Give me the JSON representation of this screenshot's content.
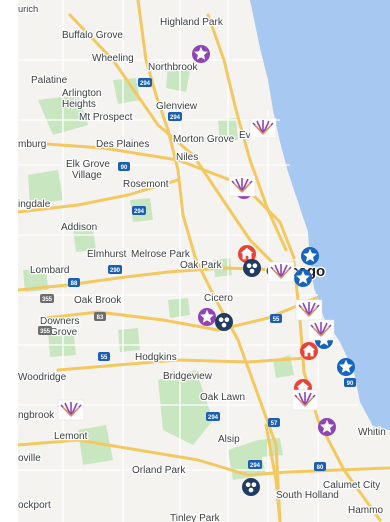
{
  "map": {
    "colors": {
      "land": "#f5f3ef",
      "park": "#c8e6c0",
      "water": "#a7c8f0",
      "highway": "#f4c860",
      "road": "#ffffff",
      "purple_marker": "#8e44b5",
      "blue_marker": "#1565c0",
      "red_marker": "#ea4335",
      "navy_marker": "#1f3b63"
    },
    "places": [
      {
        "name": "urich"
      },
      {
        "name": "Highland Park"
      },
      {
        "name": "Buffalo Grove"
      },
      {
        "name": "Wheeling"
      },
      {
        "name": "Northbrook"
      },
      {
        "name": "Palatine"
      },
      {
        "name": "Arlington"
      },
      {
        "name": "Heights"
      },
      {
        "name": "Glenview"
      },
      {
        "name": "Mt Prospect"
      },
      {
        "name": "Morton Grove"
      },
      {
        "name": "Eva"
      },
      {
        "name": "mburg"
      },
      {
        "name": "Des Plaines"
      },
      {
        "name": "Niles"
      },
      {
        "name": "Elk Grove"
      },
      {
        "name": "Village"
      },
      {
        "name": "Rosemont"
      },
      {
        "name": "ingdale"
      },
      {
        "name": "Addison"
      },
      {
        "name": "Elmhurst"
      },
      {
        "name": "Melrose Park"
      },
      {
        "name": "Oak Park"
      },
      {
        "name": "Chicago"
      },
      {
        "name": "Lombard"
      },
      {
        "name": "Oak Brook"
      },
      {
        "name": "Cicero"
      },
      {
        "name": "Downers"
      },
      {
        "name": "Grove"
      },
      {
        "name": "Hodgkins"
      },
      {
        "name": "Bridgeview"
      },
      {
        "name": "Woodridge"
      },
      {
        "name": "Oak Lawn"
      },
      {
        "name": "ngbrook"
      },
      {
        "name": "Lemont"
      },
      {
        "name": "Alsip"
      },
      {
        "name": "Whitin"
      },
      {
        "name": "oville"
      },
      {
        "name": "Orland Park"
      },
      {
        "name": "Calumet City"
      },
      {
        "name": "South Holland"
      },
      {
        "name": "ockport"
      },
      {
        "name": "Hammo"
      },
      {
        "name": "Tinley Park"
      }
    ],
    "shields": [
      {
        "number": "294"
      },
      {
        "number": "294"
      },
      {
        "number": "90"
      },
      {
        "number": "294"
      },
      {
        "number": "290"
      },
      {
        "number": "88"
      },
      {
        "number": "355"
      },
      {
        "number": "83"
      },
      {
        "number": "55"
      },
      {
        "number": "355"
      },
      {
        "number": "55"
      },
      {
        "number": "90"
      },
      {
        "number": "294"
      },
      {
        "number": "57"
      },
      {
        "number": "294"
      },
      {
        "number": "80"
      }
    ],
    "markers": [
      {
        "type": "purple-star"
      },
      {
        "type": "logo"
      },
      {
        "type": "purple-star"
      },
      {
        "type": "red-home"
      },
      {
        "type": "navy-group"
      },
      {
        "type": "logo"
      },
      {
        "type": "blue-star"
      },
      {
        "type": "blue-star"
      },
      {
        "type": "logo"
      },
      {
        "type": "purple-star"
      },
      {
        "type": "navy-group"
      },
      {
        "type": "logo"
      },
      {
        "type": "blue-star"
      },
      {
        "type": "red-home"
      },
      {
        "type": "blue-star"
      },
      {
        "type": "red-home"
      },
      {
        "type": "logo"
      },
      {
        "type": "logo"
      },
      {
        "type": "purple-star"
      },
      {
        "type": "navy-group"
      }
    ]
  }
}
